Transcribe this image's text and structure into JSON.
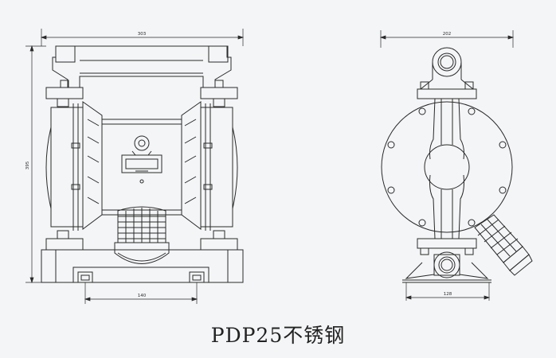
{
  "caption": "PDP25不锈钢",
  "dimensions": {
    "front_width": "303",
    "front_height": "395",
    "front_base": "140",
    "side_width": "202",
    "side_base": "128"
  },
  "colors": {
    "line": "#2a2a2a",
    "background": "#f4f5f7"
  }
}
